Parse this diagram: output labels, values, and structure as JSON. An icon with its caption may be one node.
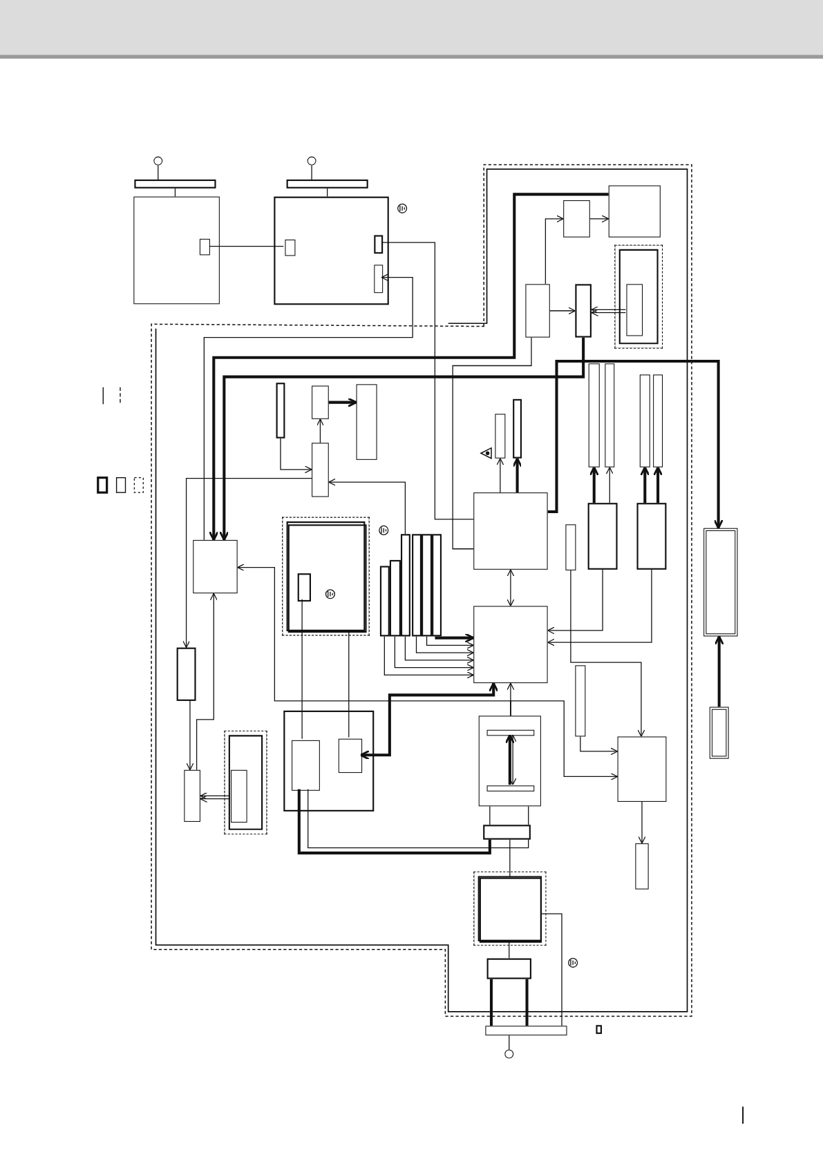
{
  "diagram": {
    "nodes": [
      {
        "text": [],
        "shape": "box"
      },
      {
        "text": [],
        "shape": "bar"
      },
      {
        "text": [],
        "shape": "circle"
      },
      {
        "text": [],
        "shape": "box",
        "in": 0
      },
      {
        "text": [],
        "shape": "box"
      },
      {
        "text": [],
        "shape": "bar"
      },
      {
        "text": [],
        "shape": "circle"
      },
      {
        "text": [],
        "shape": "box",
        "in": 4
      },
      {
        "text": [],
        "shape": "box",
        "in": 4
      },
      {
        "text": [],
        "shape": "box",
        "in": 4
      },
      {
        "text": [],
        "shape": "box"
      },
      {
        "text": [],
        "shape": "box"
      },
      {
        "text": [],
        "shape": "box"
      },
      {
        "text": [],
        "shape": "box"
      },
      {
        "text": [],
        "shape": "box"
      },
      {
        "text": [],
        "shape": "box",
        "in": 14
      },
      {
        "text": [],
        "shape": "bar"
      },
      {
        "text": [],
        "shape": "box"
      },
      {
        "text": [],
        "shape": "box"
      },
      {
        "text": [],
        "shape": "box"
      },
      {
        "text": [],
        "shape": "bar"
      },
      {
        "text": [],
        "shape": "bar"
      },
      {
        "text": [],
        "shape": "bar"
      },
      {
        "text": [],
        "shape": "bar"
      },
      {
        "text": [],
        "shape": "bar"
      },
      {
        "text": [],
        "shape": "bar"
      },
      {
        "text": [],
        "shape": "box"
      },
      {
        "text": [],
        "shape": "box"
      },
      {
        "text": [],
        "shape": "box"
      },
      {
        "text": [],
        "shape": "bar"
      },
      {
        "text": [],
        "shape": "box"
      },
      {
        "text": [],
        "shape": "box"
      },
      {
        "text": [],
        "shape": "box"
      },
      {
        "text": [],
        "shape": "box"
      },
      {
        "text": [],
        "shape": "box",
        "in": 33
      },
      {
        "text": [],
        "shape": "box",
        "in": 34
      },
      {
        "text": [],
        "shape": "bar"
      },
      {
        "text": [],
        "shape": "bar"
      },
      {
        "text": [],
        "shape": "bar"
      },
      {
        "text": [],
        "shape": "bar"
      },
      {
        "text": [],
        "shape": "bar"
      },
      {
        "text": [],
        "shape": "bar"
      },
      {
        "text": [],
        "shape": "box"
      },
      {
        "text": [],
        "shape": "box"
      },
      {
        "text": [],
        "shape": "box"
      },
      {
        "text": [],
        "shape": "box",
        "in": 44
      },
      {
        "text": [],
        "shape": "box"
      },
      {
        "text": [],
        "shape": "box"
      },
      {
        "text": [],
        "shape": "box",
        "in": 47
      },
      {
        "text": [],
        "shape": "box",
        "in": 47
      },
      {
        "text": [],
        "shape": "bar"
      },
      {
        "text": [],
        "shape": "box"
      },
      {
        "text": [],
        "shape": "box"
      },
      {
        "text": [],
        "shape": "box"
      },
      {
        "text": [],
        "shape": "bar",
        "in": 53
      },
      {
        "text": [],
        "shape": "bar",
        "in": 53
      },
      {
        "text": [],
        "shape": "box"
      },
      {
        "text": [],
        "shape": "box"
      },
      {
        "text": [],
        "shape": "box",
        "in": 57
      },
      {
        "text": [],
        "shape": "box"
      },
      {
        "text": [],
        "shape": "bar"
      },
      {
        "text": [],
        "shape": "circle"
      },
      {
        "text": [],
        "shape": "box"
      }
    ],
    "edges": [
      {
        "from": 2,
        "to": 1,
        "arrow": "none"
      },
      {
        "from": 6,
        "to": 5,
        "arrow": "none"
      },
      {
        "from": 1,
        "to": 0,
        "arrow": "none"
      },
      {
        "from": 5,
        "to": 4,
        "arrow": "none"
      },
      {
        "from": 3,
        "to": 7,
        "arrow": "none"
      },
      {
        "from": 32,
        "to": 9,
        "arrow": "to"
      },
      {
        "from": 8,
        "to": 26,
        "arrow": "none"
      },
      {
        "from": 12,
        "to": 11,
        "arrow": "to"
      },
      {
        "from": 11,
        "to": 10,
        "arrow": "to"
      },
      {
        "from": 12,
        "to": 13,
        "arrow": "to"
      },
      {
        "from": 15,
        "to": 13,
        "arrow": "to"
      },
      {
        "from": 15,
        "to": 13,
        "arrow": "to"
      },
      {
        "from": 10,
        "to": 32,
        "arrow": "to",
        "style": "thick"
      },
      {
        "from": 13,
        "to": 32,
        "arrow": "to",
        "style": "thick"
      },
      {
        "from": 12,
        "to": 26,
        "arrow": "none"
      },
      {
        "from": 16,
        "to": 19,
        "arrow": "to"
      },
      {
        "from": 19,
        "to": 17,
        "arrow": "to"
      },
      {
        "from": 17,
        "to": 18,
        "arrow": "to",
        "style": "thick"
      },
      {
        "from": 38,
        "to": 19,
        "arrow": "to"
      },
      {
        "from": 26,
        "to": 20,
        "arrow": "to"
      },
      {
        "from": 26,
        "to": 21,
        "arrow": "to",
        "style": "thick"
      },
      {
        "from": 27,
        "to": 22,
        "arrow": "to",
        "style": "thick"
      },
      {
        "from": 27,
        "to": 23,
        "arrow": "to"
      },
      {
        "from": 28,
        "to": 24,
        "arrow": "to",
        "style": "thick"
      },
      {
        "from": 28,
        "to": 25,
        "arrow": "to",
        "style": "thick"
      },
      {
        "from": 26,
        "to": 42,
        "arrow": "both"
      },
      {
        "from": 36,
        "to": 42,
        "arrow": "to"
      },
      {
        "from": 37,
        "to": 42,
        "arrow": "to"
      },
      {
        "from": 38,
        "to": 42,
        "arrow": "to"
      },
      {
        "from": 39,
        "to": 42,
        "arrow": "to"
      },
      {
        "from": 40,
        "to": 42,
        "arrow": "to"
      },
      {
        "from": 41,
        "to": 42,
        "arrow": "to",
        "style": "thick"
      },
      {
        "from": 27,
        "to": 42,
        "arrow": "to"
      },
      {
        "from": 28,
        "to": 42,
        "arrow": "to"
      },
      {
        "from": 26,
        "to": 30,
        "arrow": "to",
        "style": "thick"
      },
      {
        "from": 31,
        "to": 30,
        "arrow": "to",
        "style": "thick"
      },
      {
        "from": 19,
        "to": 43,
        "arrow": "to"
      },
      {
        "from": 43,
        "to": 46,
        "arrow": "to"
      },
      {
        "from": 46,
        "to": 32,
        "arrow": "to"
      },
      {
        "from": 45,
        "to": 46,
        "arrow": "to"
      },
      {
        "from": 45,
        "to": 46,
        "arrow": "to"
      },
      {
        "from": 42,
        "to": 49,
        "arrow": "both",
        "style": "thick"
      },
      {
        "from": 53,
        "to": 42,
        "arrow": "to"
      },
      {
        "from": 53,
        "to": 32,
        "arrow": "to"
      },
      {
        "from": 53,
        "to": 51,
        "arrow": "to"
      },
      {
        "from": 29,
        "to": 51,
        "arrow": "to"
      },
      {
        "from": 50,
        "to": 51,
        "arrow": "to"
      },
      {
        "from": 51,
        "to": 52,
        "arrow": "to"
      },
      {
        "from": 35,
        "to": 48,
        "arrow": "none"
      },
      {
        "from": 34,
        "to": 49,
        "arrow": "none"
      },
      {
        "from": 48,
        "to": 56,
        "arrow": "none",
        "style": "thick"
      },
      {
        "from": 48,
        "to": 56,
        "arrow": "none"
      },
      {
        "from": 56,
        "to": 53,
        "arrow": "none"
      },
      {
        "from": 56,
        "to": 53,
        "arrow": "none"
      },
      {
        "from": 58,
        "to": 56,
        "arrow": "none"
      },
      {
        "from": 59,
        "to": 58,
        "arrow": "none"
      },
      {
        "from": 60,
        "to": 59,
        "arrow": "none",
        "style": "thick"
      },
      {
        "from": 60,
        "to": 59,
        "arrow": "none",
        "style": "thick"
      },
      {
        "from": 61,
        "to": 60,
        "arrow": "none"
      },
      {
        "from": 60,
        "to": 58,
        "arrow": "none"
      },
      {
        "from": 55,
        "to": 54,
        "arrow": "to",
        "style": "thick"
      },
      {
        "from": 55,
        "to": 54,
        "arrow": "both"
      }
    ]
  }
}
